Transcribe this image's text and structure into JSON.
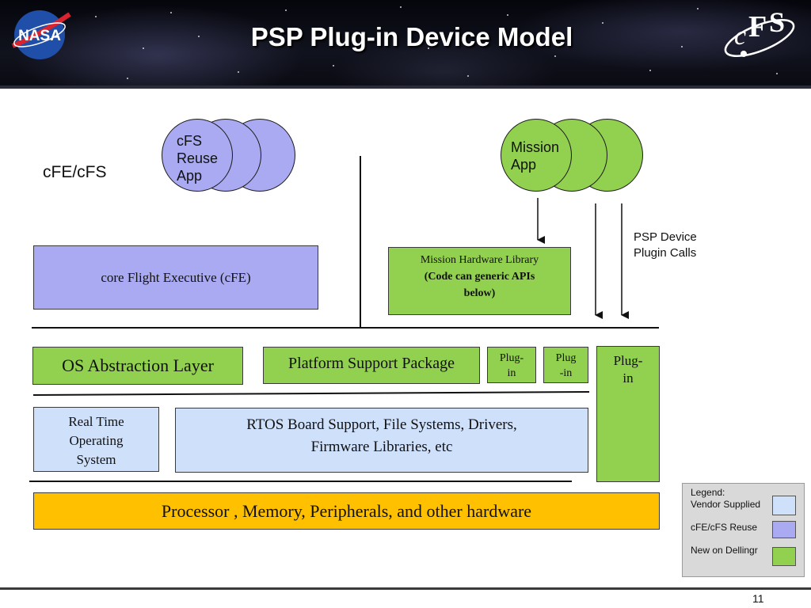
{
  "slide": {
    "title": "PSP Plug-in Device Model",
    "page_number": "11"
  },
  "colors": {
    "vendor_supplied": "#cfe0fb",
    "cfe_cfs_reuse": "#aaaaf2",
    "new_on_dellingr": "#92d050",
    "hardware": "#ffc000",
    "legend_bg": "#d9d9d9"
  },
  "icons": {
    "nasa_logo": "nasa-logo-icon",
    "cfs_logo": "cfs-logo-icon"
  },
  "labels": {
    "cfe_cfs": "cFE/cFS",
    "psp_device_plugin_calls_line1": "PSP Device",
    "psp_device_plugin_calls_line2": "Plugin Calls"
  },
  "apps": {
    "cfs_reuse_line1": "cFS",
    "cfs_reuse_line2": "Reuse",
    "cfs_reuse_line3": "App",
    "mission_line1": "Mission",
    "mission_line2": "App"
  },
  "boxes": {
    "cfe": "core Flight Executive (cFE)",
    "mission_hw_lib_line1": "Mission Hardware Library",
    "mission_hw_lib_line2": "(Code can generic APIs",
    "mission_hw_lib_line3": "below)",
    "osal": "OS Abstraction Layer",
    "psp": "Platform Support Package",
    "plugin1_line1": "Plug-",
    "plugin1_line2": "in",
    "plugin2_line1": "Plug",
    "plugin2_line2": "-in",
    "plugin3_line1": "Plug-",
    "plugin3_line2": "in",
    "rtos_line1": "Real Time",
    "rtos_line2": "Operating",
    "rtos_line3": "System",
    "bsp_line1": "RTOS Board Support, File Systems, Drivers,",
    "bsp_line2": "Firmware Libraries, etc",
    "hardware": "Processor , Memory, Peripherals, and other hardware"
  },
  "legend": {
    "title": "Legend:",
    "vendor_supplied": "Vendor Supplied",
    "cfe_cfs_reuse": "cFE/cFS Reuse",
    "new_on_dellingr": "New on Dellingr"
  }
}
